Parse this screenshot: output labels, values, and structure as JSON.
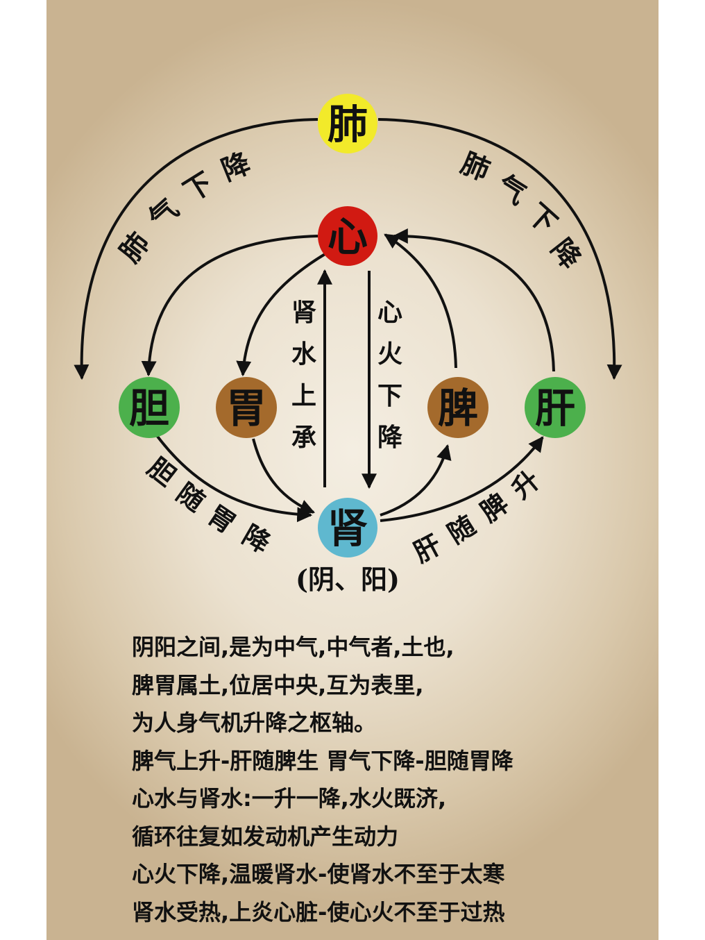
{
  "colors": {
    "lung": "#f2ea2a",
    "heart": "#d11a12",
    "gallbladder": "#4cb04c",
    "stomach": "#a46a2c",
    "spleen": "#a46a2c",
    "liver": "#4cb04c",
    "kidney": "#5fb8cf",
    "ink": "#111111",
    "paper": "#ebe1cf"
  },
  "organs": {
    "lung": "肺",
    "heart": "心",
    "gallbladder": "胆",
    "stomach": "胃",
    "spleen": "脾",
    "liver": "肝",
    "kidney": "肾"
  },
  "kidney_caption": "(阴、阳)",
  "labels": {
    "lung_left": [
      "肺",
      "气",
      "下",
      "降"
    ],
    "lung_right": [
      "肺",
      "气",
      "下",
      "降"
    ],
    "kidney_water": [
      "肾",
      "水",
      "上",
      "承"
    ],
    "heart_fire": [
      "心",
      "火",
      "下",
      "降"
    ],
    "gallbladder_follow": [
      "胆",
      "随",
      "胃",
      "降"
    ],
    "liver_follow": [
      "肝",
      "随",
      "脾",
      "升"
    ]
  },
  "notes": [
    "阴阳之间,是为中气,中气者,土也,",
    "脾胃属土,位居中央,互为表里,",
    "为人身气机升降之枢轴。",
    "脾气上升-肝随脾生  胃气下降-胆随胃降",
    "心水与肾水:一升一降,水火既济,",
    "循环往复如发动机产生动力",
    "心火下降,温暖肾水-使肾水不至于太寒",
    "肾水受热,上炎心脏-使心火不至于过热"
  ]
}
